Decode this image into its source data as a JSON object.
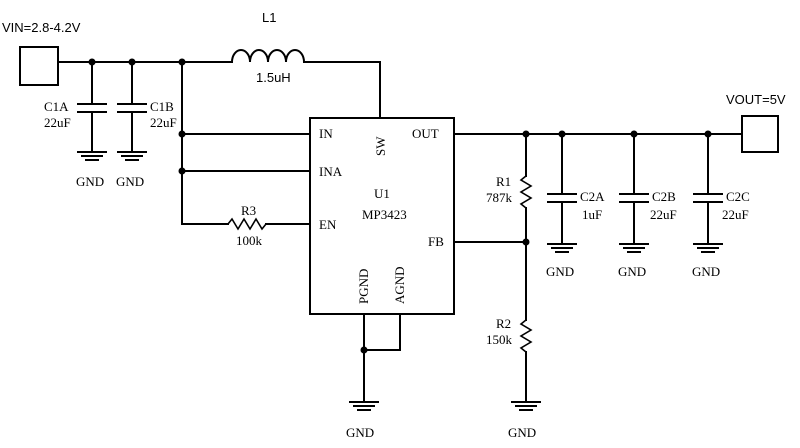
{
  "ports": {
    "vin": "VIN=2.8-4.2V",
    "vout": "VOUT=5V"
  },
  "inductor": {
    "ref": "L1",
    "value": "1.5uH"
  },
  "chip": {
    "ref": "U1",
    "part": "MP3423",
    "pins": {
      "in": "IN",
      "ina": "INA",
      "en": "EN",
      "sw": "SW",
      "out": "OUT",
      "fb": "FB",
      "pgnd": "PGND",
      "agnd": "AGND"
    }
  },
  "capacitors": [
    {
      "ref": "C1A",
      "value": "22uF"
    },
    {
      "ref": "C1B",
      "value": "22uF"
    },
    {
      "ref": "C2A",
      "value": "1uF"
    },
    {
      "ref": "C2B",
      "value": "22uF"
    },
    {
      "ref": "C2C",
      "value": "22uF"
    }
  ],
  "resistors": [
    {
      "ref": "R1",
      "value": "787k"
    },
    {
      "ref": "R2",
      "value": "150k"
    },
    {
      "ref": "R3",
      "value": "100k"
    }
  ],
  "ground_label": "GND"
}
